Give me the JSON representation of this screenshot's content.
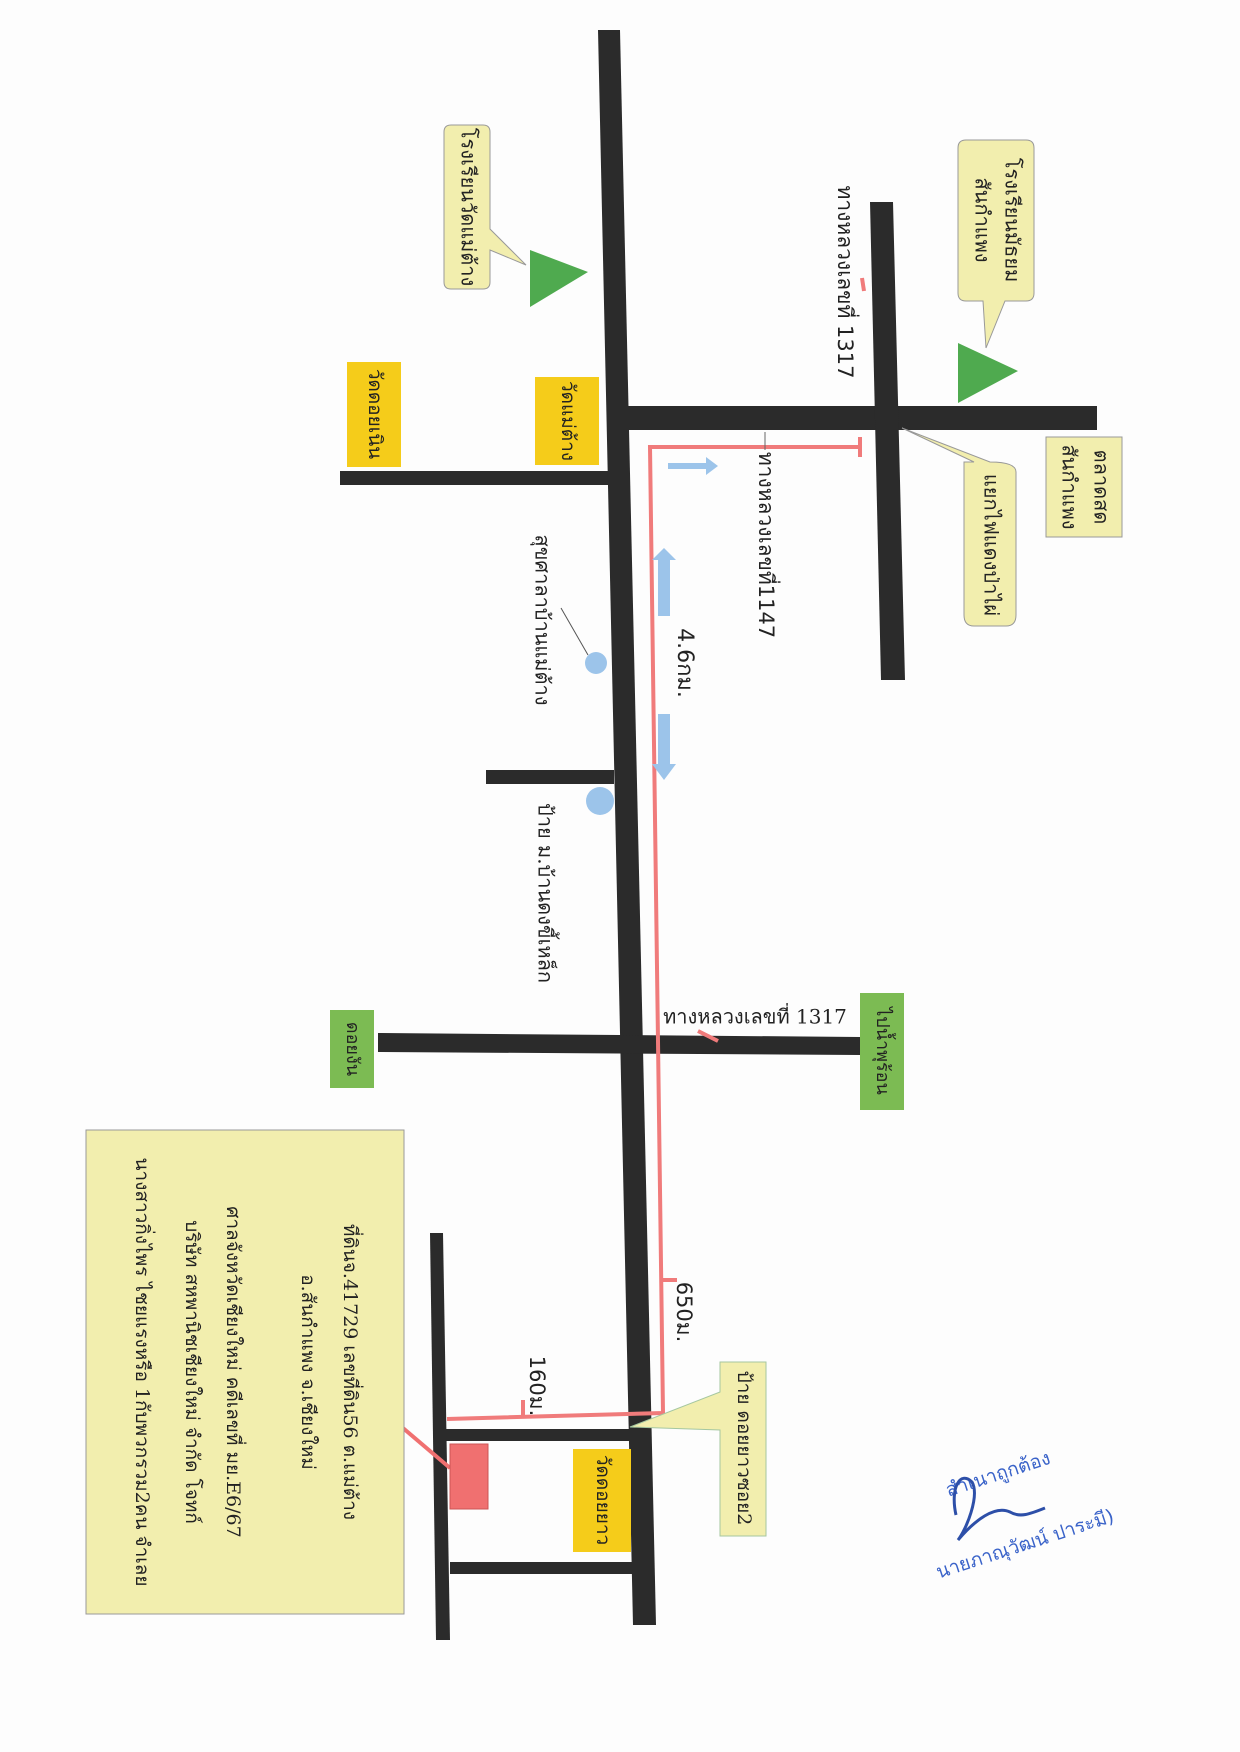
{
  "roads": {
    "hwy_1147": "ทางหลวงเลขที่1147",
    "hwy_1317_top": "ทางหลวงเลขที่ 1317",
    "hwy_1317_mid": "ทางหลวงเลขที่ 1317"
  },
  "places": {
    "school_mae_chiang": "โรงเรียนวัดแม่ต้าง",
    "school_san_kamphaeng": [
      "โรงเรียนมัธยม",
      "สันกำแพง"
    ],
    "wat_mae_chiang": "วัดแม่ต้าง",
    "wat_doi_noen": "วัดดอยเนิน",
    "market": [
      "ตลาดสด",
      "สันกำแพง"
    ],
    "intersection": "แยกไฟแดงป่าไผ่",
    "health_station": "สุขศาลาบ้านแม่ต้าง",
    "village_sign": "ป้าย ม.บ้านดงขี้เหล็ก",
    "doi_ngang": "ดอยงัน",
    "hot_spring": "ไปน้ำพุร้อน",
    "wat_doi_yao": "วัดดอยยาว",
    "sign_doi_yao": "ป้าย ดอยยาวซอย2"
  },
  "distances": {
    "main": "4.6กม.",
    "middle": "650ม.",
    "last": "160ม."
  },
  "info_box": {
    "lines": [
      "ที่ดินจ.41729 เลขที่ดิน56 ต.แม่ต้าง",
      "อ.สันกำแพง จ.เชียงใหม่",
      "ศาลจังหวัดเชียงใหม่ คดีเลขที่ มย.E6/67",
      "บริษัท สหพานิชเชียงใหม่ จำกัด โจทก์",
      "นางสาวกิ่งไพร ไชยแรงหรือ 1กับพวกรวม2คน จำเลย"
    ]
  },
  "stamp": {
    "certified": "สำเนาถูกต้อง",
    "name": "นายภาณุวัฒน์ ปาระมี)"
  },
  "colors": {
    "road": "#2b2b2b",
    "route": "#f07b7b",
    "arrow": "#9cc4ea",
    "label_yellow": "#f2eeae",
    "label_gold": "#f5cc1a",
    "label_green": "#7cbb53",
    "marker_green": "#4faa4f",
    "marker_blue": "#9cc4ea",
    "target": "#f07070",
    "stamp_ink": "#3a63c9"
  }
}
